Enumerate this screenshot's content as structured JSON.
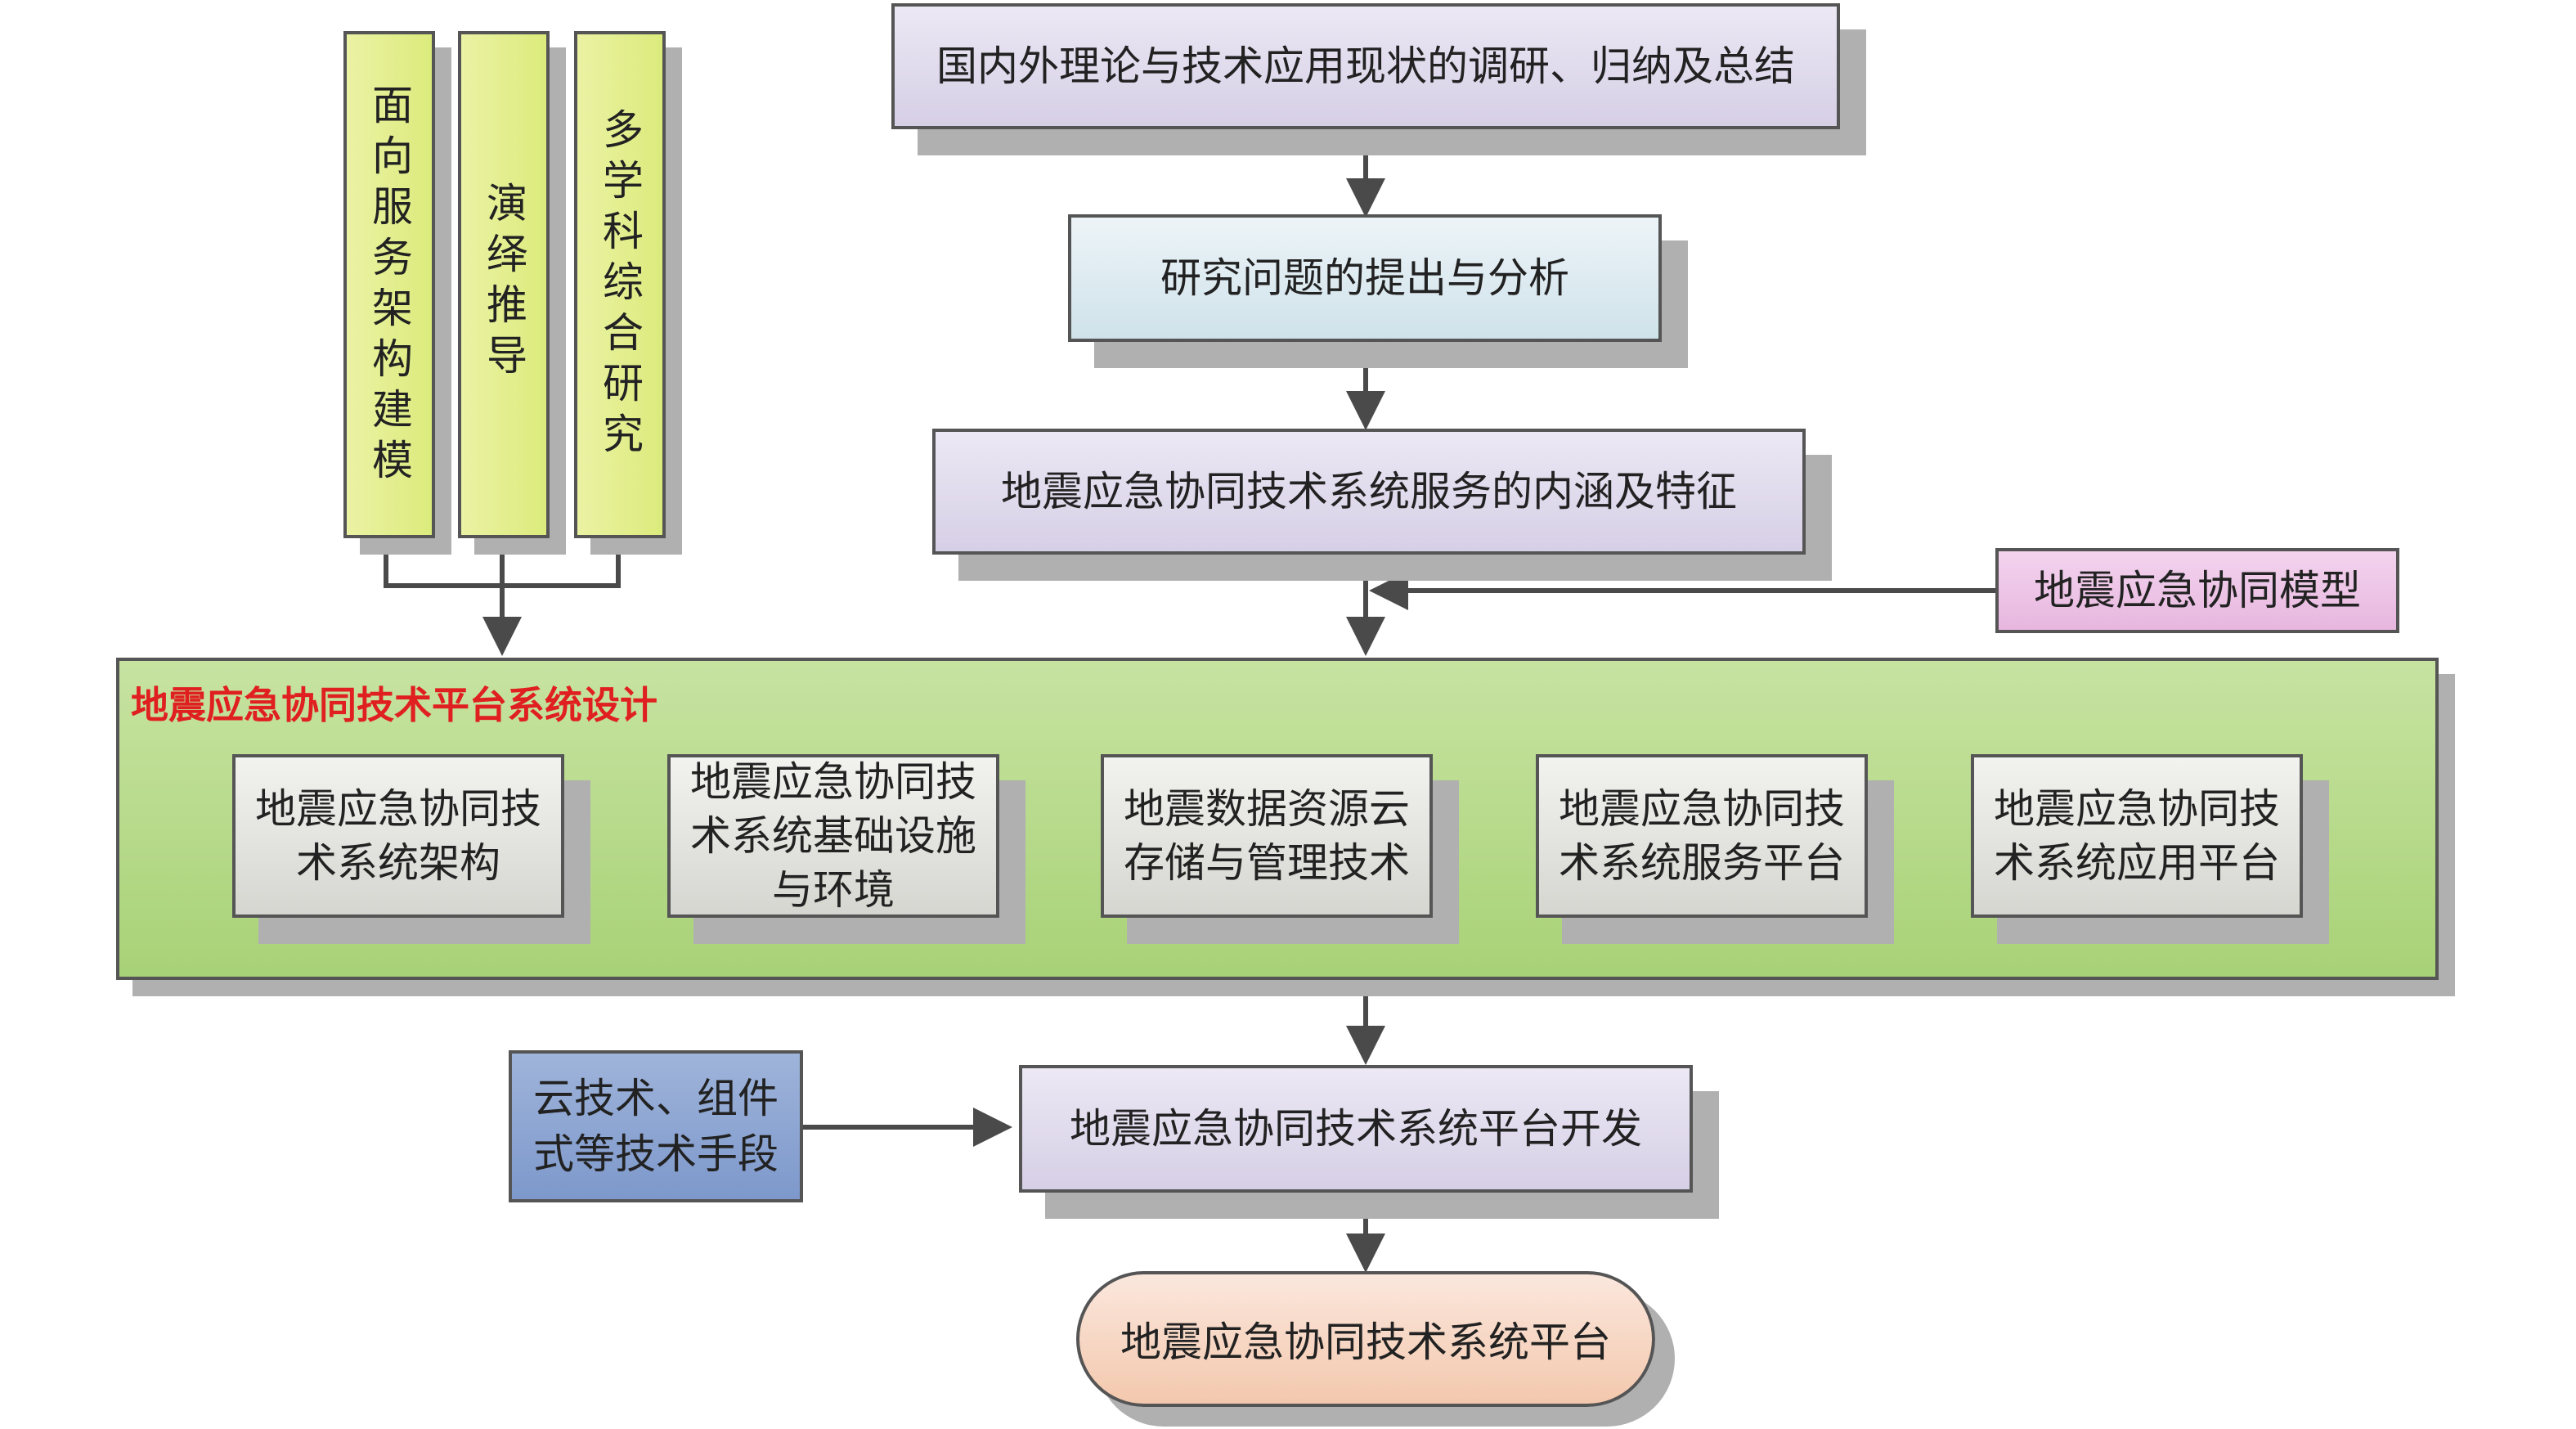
{
  "diagram": {
    "top_box": "国内外理论与技术应用现状的调研、归纳及总结",
    "problem_box": "研究问题的提出与分析",
    "connotation_box": "地震应急协同技术系统服务的内涵及特征",
    "model_box": "地震应急协同模型",
    "methods": [
      "面向服务架构建模",
      "演绎推导",
      "多学科综合研究"
    ],
    "design_group": {
      "title": "地震应急协同技术平台系统设计",
      "items": [
        [
          "地震应急协同技",
          "术系统架构"
        ],
        [
          "地震应急协同技",
          "术系统基础设施",
          "与环境"
        ],
        [
          "地震数据资源云",
          "存储与管理技术"
        ],
        [
          "地震应急协同技",
          "术系统服务平台"
        ],
        [
          "地震应急协同技",
          "术系统应用平台"
        ]
      ]
    },
    "tech_box": [
      "云技术、组件",
      "式等技术手段"
    ],
    "dev_box": "地震应急协同技术系统平台开发",
    "final_box": "地震应急协同技术系统平台"
  },
  "colors": {
    "design_title": "#e02020",
    "connector": "#4a4a4a"
  }
}
